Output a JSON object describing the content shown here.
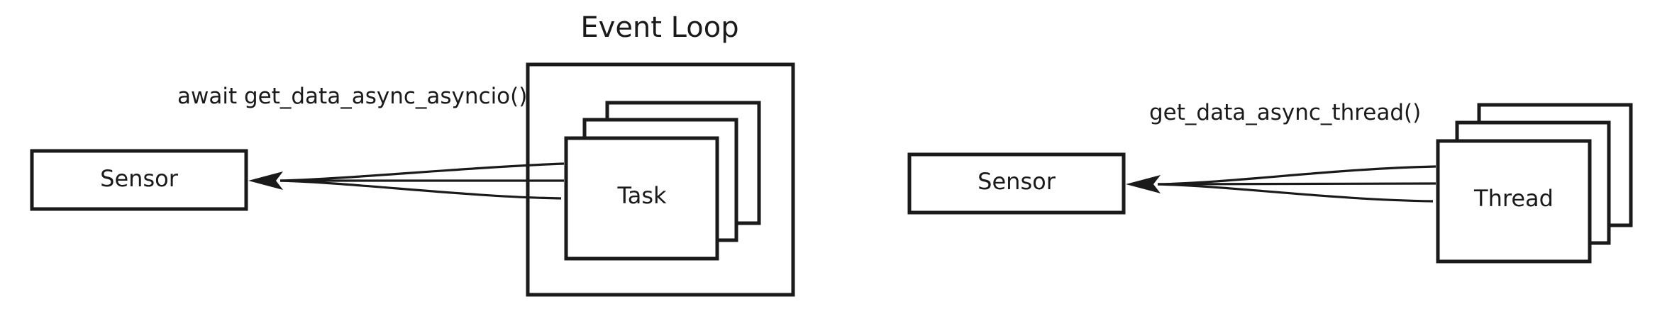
{
  "diagram": {
    "left": {
      "title": "Event Loop",
      "call_label": "await get_data_async_asyncio()",
      "source_label": "Sensor",
      "worker_label": "Task"
    },
    "right": {
      "call_label": "get_data_async_thread()",
      "source_label": "Sensor",
      "worker_label": "Thread"
    }
  },
  "colors": {
    "stroke": "#1a1a1a",
    "background": "#ffffff"
  }
}
